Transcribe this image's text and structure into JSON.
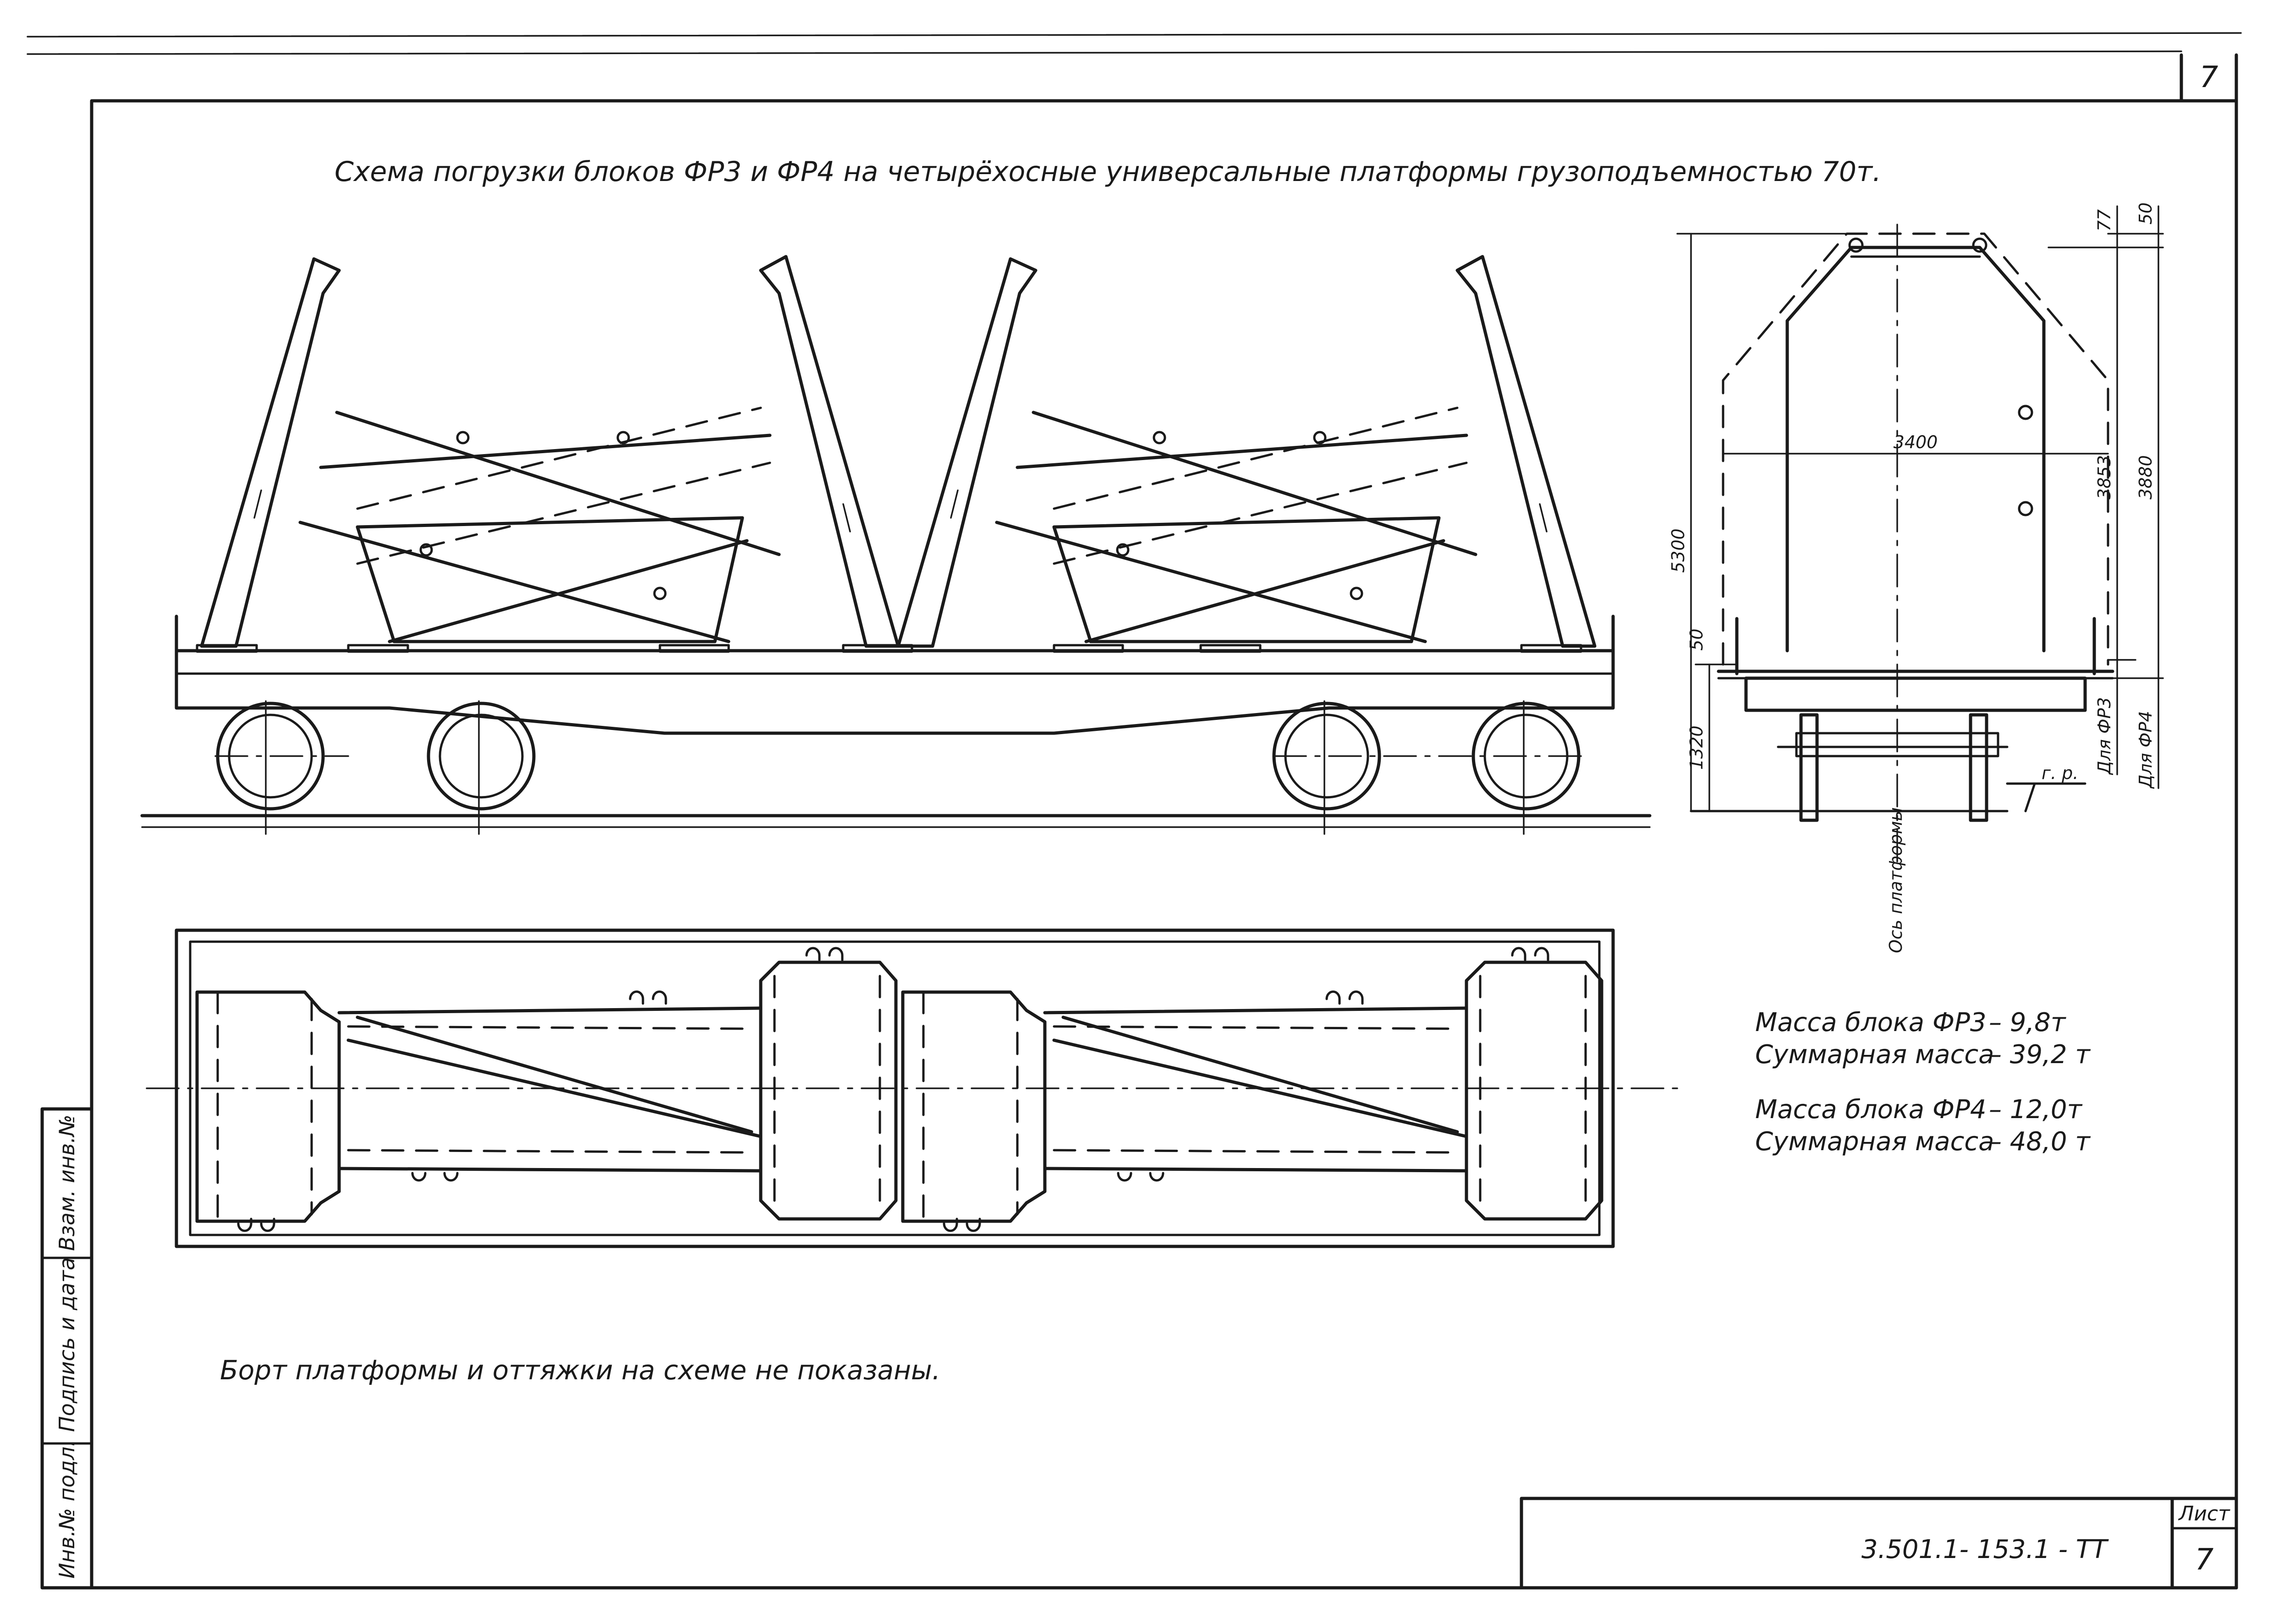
{
  "title": "Схема погрузки блоков ФР3 и ФР4 на четырёхосные универсальные платформы грузоподъемностью 70т.",
  "note": "Борт платформы и оттяжки на схеме не показаны.",
  "mass": [
    {
      "label": "Масса блока ФР3",
      "value": "– 9,8т"
    },
    {
      "label": "Суммарная масса",
      "value": "– 39,2 т"
    },
    {
      "label": "Масса блока ФР4",
      "value": "– 12,0т"
    },
    {
      "label": "Суммарная масса",
      "value": "– 48,0 т"
    }
  ],
  "dimensions": {
    "width_3400": "3400",
    "height_5300": "5300",
    "height_1320": "1320",
    "dim_50_left": "50",
    "dim_77": "77",
    "dim_50_top": "50",
    "dim_3853": "3853",
    "dim_3880": "3880",
    "for_fr3": "Для ФР3",
    "for_fr4": "Для ФР4",
    "rail_level": "г. р.",
    "axis_label": "Ось платформы"
  },
  "stamp": {
    "inv_podl": "Инв.№ подл.",
    "sign_date": "Подпись и дата",
    "vzam_inv": "Взам. инв.№"
  },
  "title_block": {
    "doc_code": "3.501.1- 153.1 - ТТ",
    "sheet_label": "Лист",
    "sheet_number": "7"
  },
  "corner_page_number": "7"
}
